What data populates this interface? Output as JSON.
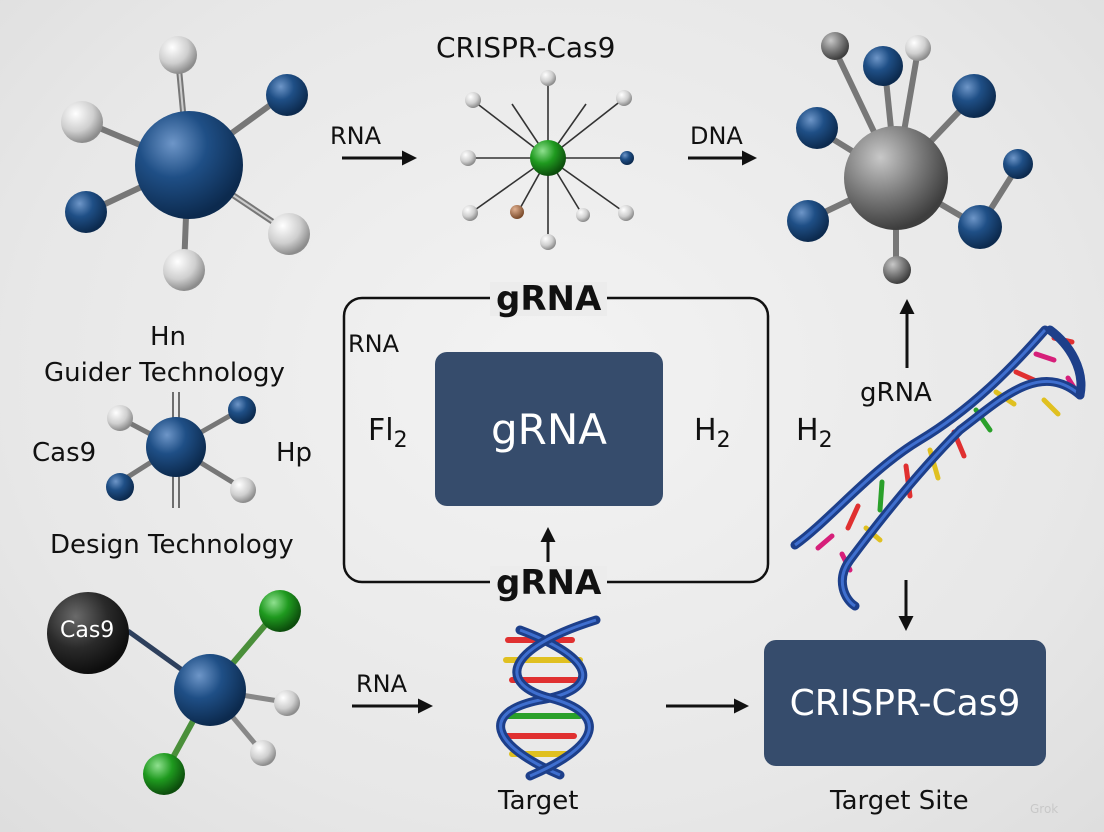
{
  "labels": {
    "top_title": "CRISPR-Cas9",
    "rna_top": "RNA",
    "dna_top": "DNA",
    "hn": "Hn",
    "guider_technology": "Guider Technology",
    "rna_box_corner": "RNA",
    "cas9_left": "Cas9",
    "hp": "Hp",
    "design_technology": "Design Technology",
    "box_top_label": "gRNA",
    "box_bottom_label": "gRNA",
    "fl2": "Fl",
    "fl2_sub": "2",
    "h2_inside": "H",
    "h2_inside_sub": "2",
    "h2_outside": "H",
    "h2_outside_sub": "2",
    "grna_right": "gRNA",
    "cas9_ball": "Cas9",
    "rna_bottom": "RNA",
    "target": "Target",
    "target_site": "Target Site",
    "watermark": "Grok"
  },
  "boxes": {
    "center_box_label": "gRNA",
    "crispr_box_label": "CRISPR-Cas9"
  },
  "colors": {
    "dark_navy_box": "#364c6c",
    "molecule_blue": "#1d4a7e",
    "molecule_gray": "#7a7a7a",
    "molecule_green": "#1f8f1f",
    "white_atom": "#d9d9d9",
    "dna_blue": "#1f4fa8"
  }
}
